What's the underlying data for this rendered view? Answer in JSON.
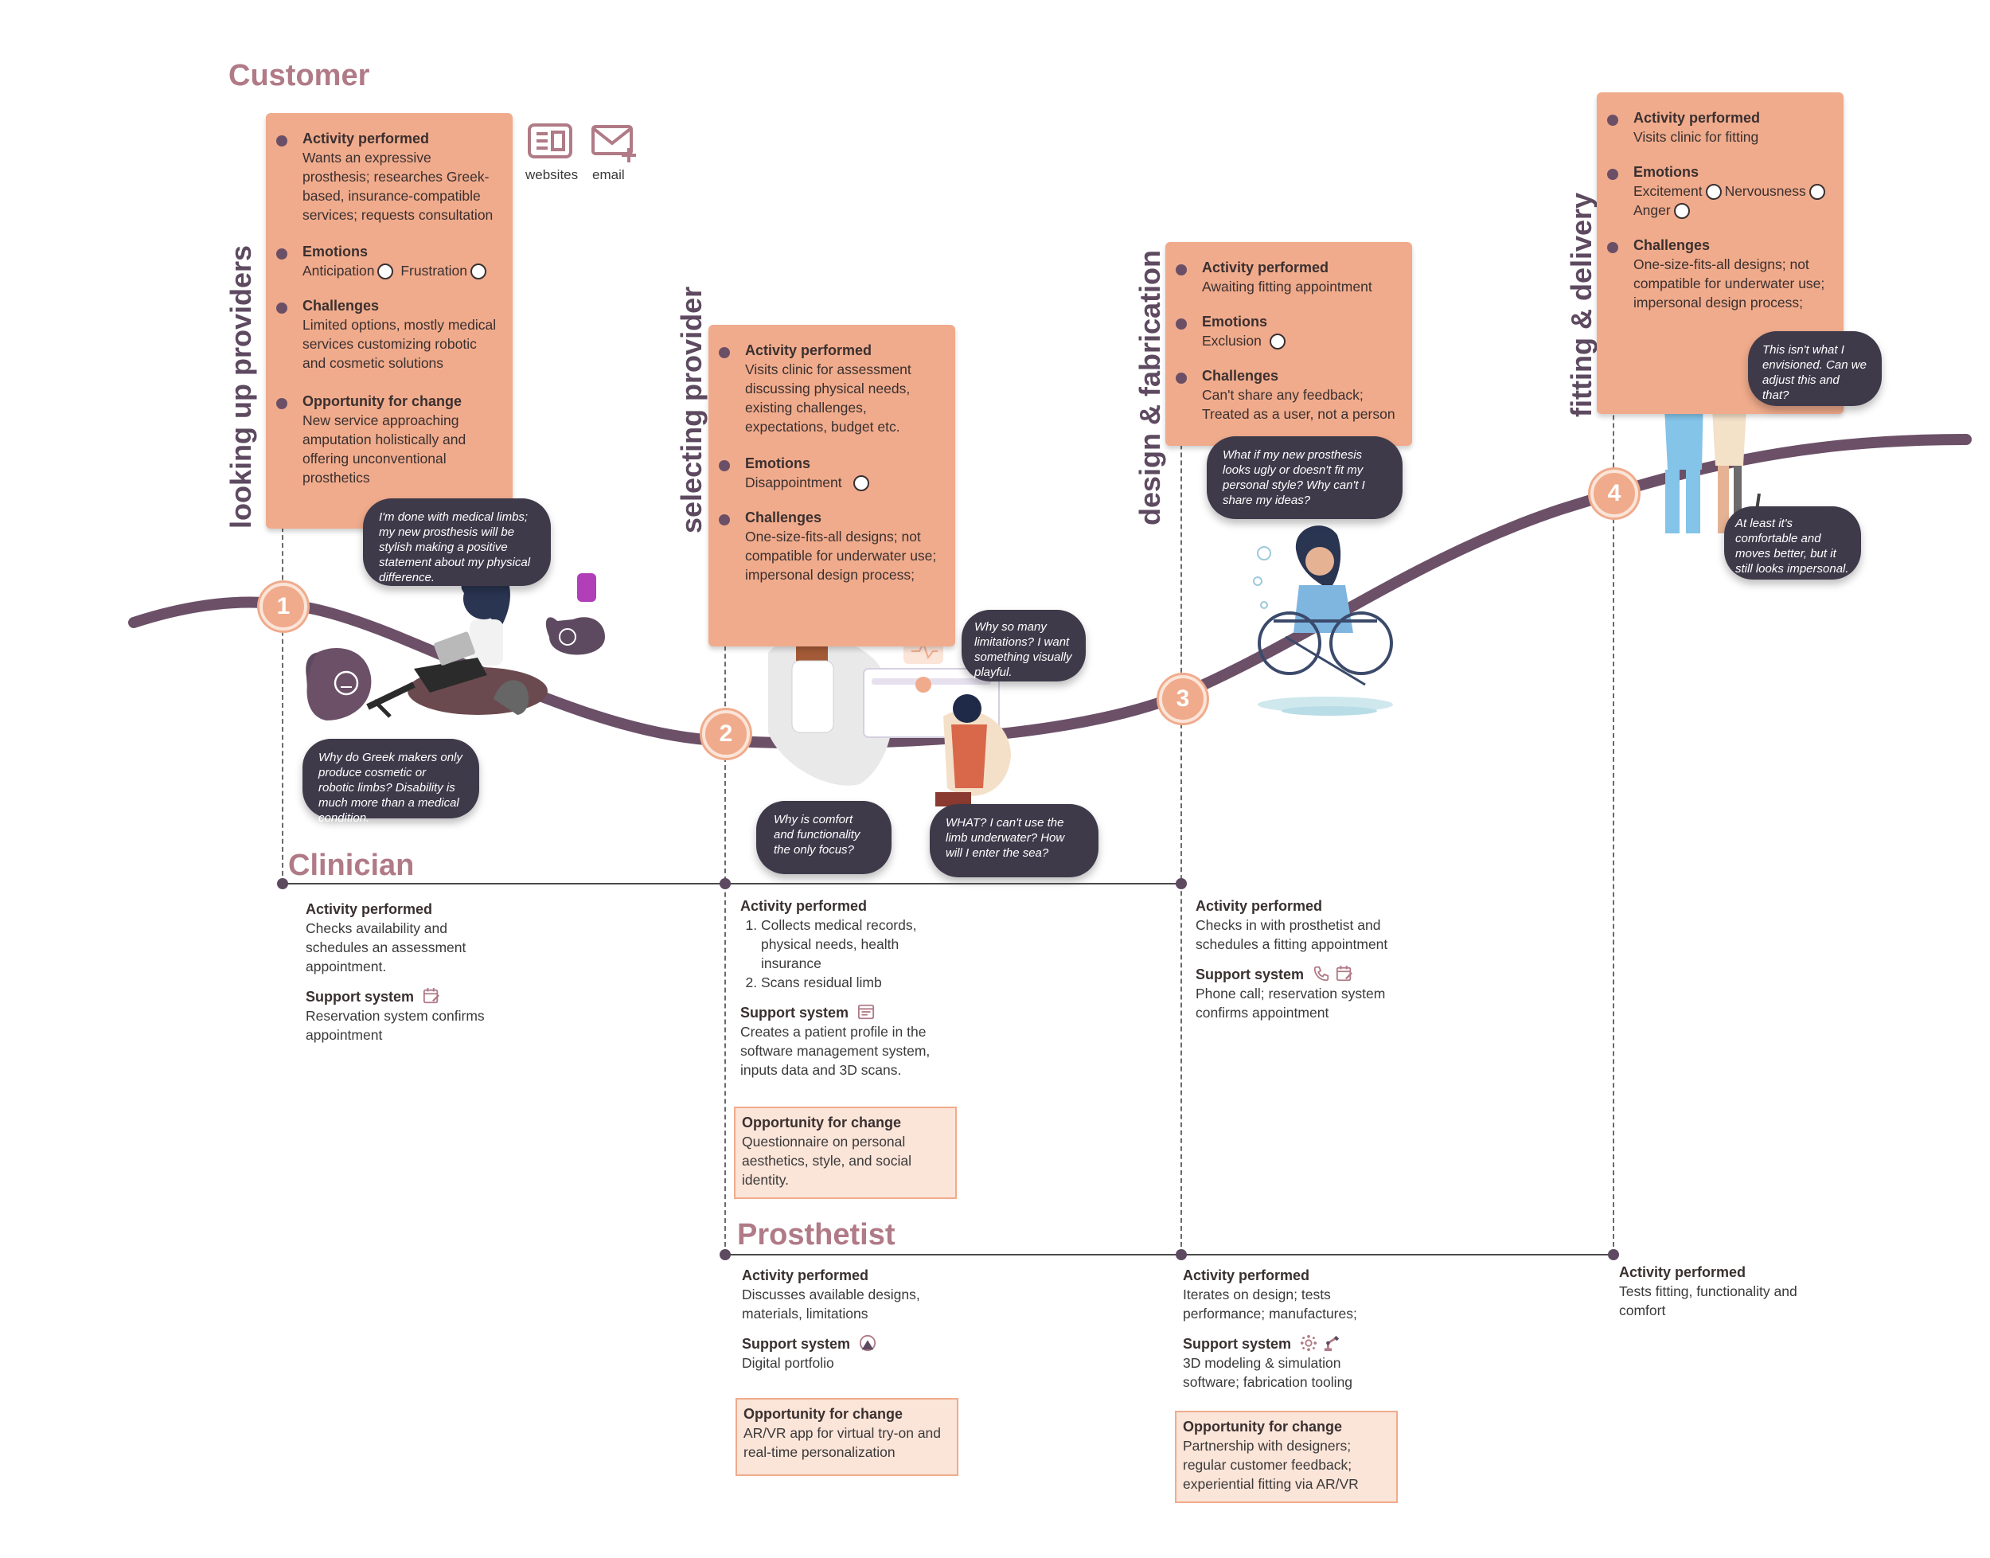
{
  "roles": {
    "customer": "Customer",
    "clinician": "Clinician",
    "prosthetist": "Prosthetist"
  },
  "stages": [
    {
      "num": "1",
      "label": "looking up providers"
    },
    {
      "num": "2",
      "label": "selecting provider"
    },
    {
      "num": "3",
      "label": "design & fabrication"
    },
    {
      "num": "4",
      "label": "fitting & delivery"
    }
  ],
  "channels": {
    "websites": "websites",
    "email": "email"
  },
  "customer_cards": [
    {
      "activity_title": "Activity performed",
      "activity": "Wants an expressive prosthesis; researches Greek-based, insurance-compatible services; requests consultation",
      "emotions_title": "Emotions",
      "emotions": [
        {
          "label": "Anticipation",
          "icon": "neutral-face-icon"
        },
        {
          "label": "Frustration",
          "icon": "annoyed-face-icon"
        }
      ],
      "challenges_title": "Challenges",
      "challenges": "Limited options, mostly medical services customizing robotic and cosmetic solutions",
      "opportunity_title": "Opportunity for change",
      "opportunity": "New service approaching amputation holistically and offering unconventional prosthetics"
    },
    {
      "activity_title": "Activity performed",
      "activity": "Visits clinic for assessment discussing physical needs, existing challenges, expectations, budget etc.",
      "emotions_title": "Emotions",
      "emotions": [
        {
          "label": "Disappointment",
          "icon": "sad-face-icon"
        }
      ],
      "challenges_title": "Challenges",
      "challenges": "One-size-fits-all designs; not compatible for underwater use; impersonal design process;"
    },
    {
      "activity_title": "Activity performed",
      "activity": "Awaiting fitting appointment",
      "emotions_title": "Emotions",
      "emotions": [
        {
          "label": "Exclusion",
          "icon": "sad-face-icon"
        }
      ],
      "challenges_title": "Challenges",
      "challenges": "Can't share any feedback; Treated as a user, not a person"
    },
    {
      "activity_title": "Activity performed",
      "activity": "Visits clinic for fitting",
      "emotions_title": "Emotions",
      "emotions": [
        {
          "label": "Excitement",
          "icon": "happy-face-icon"
        },
        {
          "label": "Nervousness",
          "icon": "nervous-face-icon"
        },
        {
          "label": "Anger",
          "icon": "angry-face-icon"
        }
      ],
      "challenges_title": "Challenges",
      "challenges": "One-size-fits-all designs; not compatible for underwater use; impersonal design process;"
    }
  ],
  "bubbles": {
    "b1": "I'm done with medical limbs; my new prosthesis will be stylish making a positive statement about my physical difference.",
    "b2": "Why do Greek makers only produce cosmetic or robotic limbs? Disability is much more than a medical condition.",
    "b3": "Why so many limitations? I want something visually playful.",
    "b4": "Why is comfort and functionality the only focus?",
    "b5": "WHAT? I can't use the limb underwater? How will I enter the sea?",
    "b6": "What if my new prosthesis looks ugly or doesn't fit my personal style? Why can't I share my ideas?",
    "b7": "This isn't what I envisioned. Can we adjust this and that?",
    "b8": "At least it's comfortable and moves better, but it still looks impersonal."
  },
  "clinician": [
    {
      "activity_title": "Activity performed",
      "activity": "Checks availability and schedules an assessment appointment.",
      "support_title": "Support system",
      "support_icons": [
        "calendar-edit-icon"
      ],
      "support": "Reservation system confirms appointment"
    },
    {
      "activity_title": "Activity performed",
      "activity_list": [
        "Collects medical records, physical needs, health insurance",
        "Scans residual limb"
      ],
      "support_title": "Support system",
      "support_icons": [
        "form-icon"
      ],
      "support": "Creates a patient profile in the software management system, inputs data and 3D scans.",
      "opportunity_title": "Opportunity for change",
      "opportunity": "Questionnaire on personal aesthetics, style, and social identity."
    },
    {
      "activity_title": "Activity performed",
      "activity": "Checks in with prosthetist and schedules a fitting appointment",
      "support_title": "Support system",
      "support_icons": [
        "phone-icon",
        "calendar-edit-icon"
      ],
      "support": "Phone call; reservation system confirms appointment"
    }
  ],
  "prosthetist": [
    {
      "activity_title": "Activity performed",
      "activity": "Discusses available designs, materials, limitations",
      "support_title": "Support system",
      "support_icons": [
        "portfolio-icon"
      ],
      "support": "Digital portfolio",
      "opportunity_title": "Opportunity for change",
      "opportunity": "AR/VR app for virtual try-on and real-time personalization"
    },
    {
      "activity_title": "Activity performed",
      "activity": "Iterates on design; tests performance; manufactures;",
      "support_title": "Support system",
      "support_icons": [
        "3d-model-icon",
        "robot-arm-icon"
      ],
      "support": "3D modeling & simulation software; fabrication tooling",
      "opportunity_title": "Opportunity for change",
      "opportunity": "Partnership with designers; regular customer feedback; experiential fitting via AR/VR"
    },
    {
      "activity_title": "Activity performed",
      "activity": "Tests fitting, functionality and comfort"
    }
  ],
  "colors": {
    "card": "#f0ab8c",
    "card_light": "#fbe4d8",
    "curve": "#6b5068",
    "bubble": "#3f3a4a",
    "role": "#b07a86",
    "stage_label": "#5e4a60"
  }
}
